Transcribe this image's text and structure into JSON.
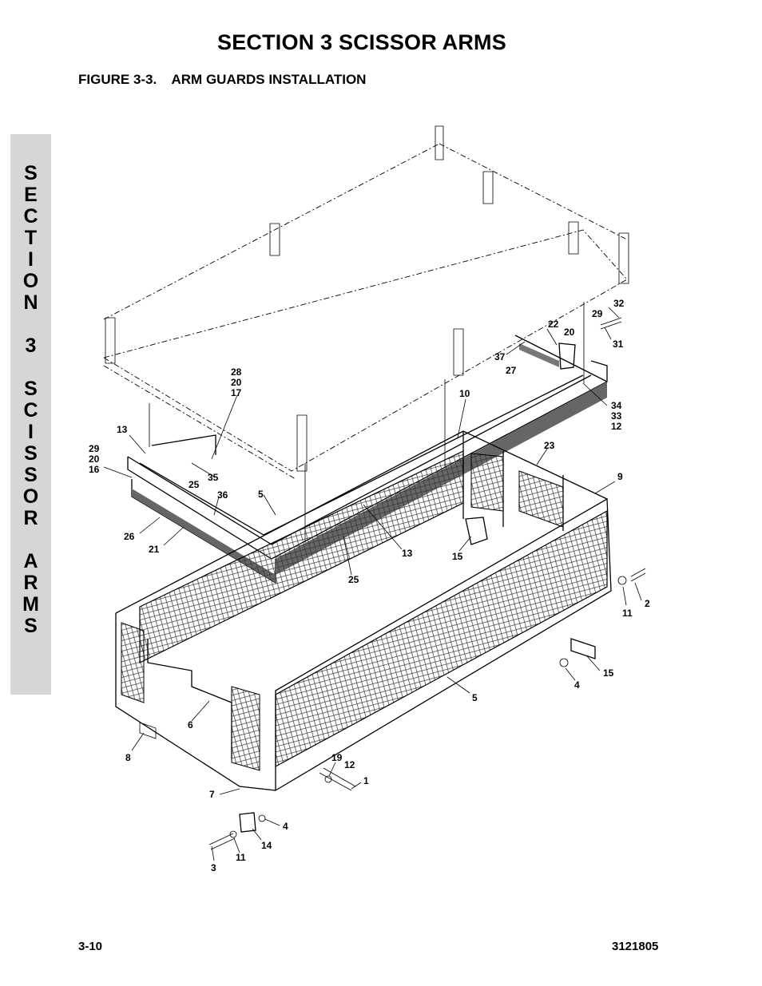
{
  "header": {
    "section_title": "SECTION 3  SCISSOR ARMS",
    "figure_title": "FIGURE 3-3.    ARM GUARDS INSTALLATION"
  },
  "side_tab": {
    "letters": [
      "S",
      "E",
      "C",
      "T",
      "I",
      "O",
      "N",
      "",
      "3",
      "",
      "S",
      "C",
      "I",
      "S",
      "S",
      "O",
      "R",
      "",
      "A",
      "R",
      "M",
      "S"
    ]
  },
  "callouts": [
    {
      "id": "c32",
      "text": "32"
    },
    {
      "id": "c29a",
      "text": "29"
    },
    {
      "id": "c22",
      "text": "22"
    },
    {
      "id": "c20a",
      "text": "20"
    },
    {
      "id": "c31",
      "text": "31"
    },
    {
      "id": "c37",
      "text": "37"
    },
    {
      "id": "c27",
      "text": "27"
    },
    {
      "id": "c28",
      "text": "28"
    },
    {
      "id": "c20b",
      "text": "20"
    },
    {
      "id": "c17",
      "text": "17"
    },
    {
      "id": "c10",
      "text": "10"
    },
    {
      "id": "c34",
      "text": "34"
    },
    {
      "id": "c33",
      "text": "33"
    },
    {
      "id": "c12a",
      "text": "12"
    },
    {
      "id": "c13a",
      "text": "13"
    },
    {
      "id": "c29b",
      "text": "29"
    },
    {
      "id": "c20c",
      "text": "20"
    },
    {
      "id": "c16",
      "text": "16"
    },
    {
      "id": "c23",
      "text": "23"
    },
    {
      "id": "c35",
      "text": "35"
    },
    {
      "id": "c25a",
      "text": "25"
    },
    {
      "id": "c9",
      "text": "9"
    },
    {
      "id": "c36",
      "text": "36"
    },
    {
      "id": "c5a",
      "text": "5"
    },
    {
      "id": "c26",
      "text": "26"
    },
    {
      "id": "c21",
      "text": "21"
    },
    {
      "id": "c13b",
      "text": "13"
    },
    {
      "id": "c15a",
      "text": "15"
    },
    {
      "id": "c25b",
      "text": "25"
    },
    {
      "id": "c2",
      "text": "2"
    },
    {
      "id": "c11a",
      "text": "11"
    },
    {
      "id": "c15b",
      "text": "15"
    },
    {
      "id": "c4a",
      "text": "4"
    },
    {
      "id": "c5b",
      "text": "5"
    },
    {
      "id": "c6",
      "text": "6"
    },
    {
      "id": "c8",
      "text": "8"
    },
    {
      "id": "c19",
      "text": "19"
    },
    {
      "id": "c12b",
      "text": "12"
    },
    {
      "id": "c1",
      "text": "1"
    },
    {
      "id": "c7",
      "text": "7"
    },
    {
      "id": "c4b",
      "text": "4"
    },
    {
      "id": "c14",
      "text": "14"
    },
    {
      "id": "c11b",
      "text": "11"
    },
    {
      "id": "c3",
      "text": "3"
    }
  ],
  "footer": {
    "page_number": "3-10",
    "document_number": "3121805"
  }
}
